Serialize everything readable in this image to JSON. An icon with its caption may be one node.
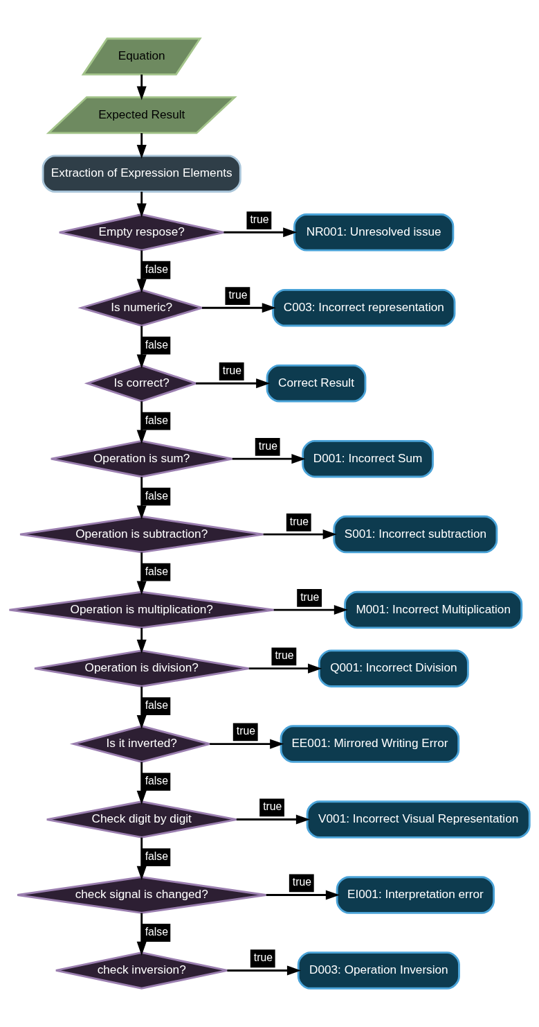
{
  "diagram": {
    "nodes": [
      {
        "text": [
          "Equation"
        ]
      },
      {
        "text": [
          "Expected Result"
        ]
      },
      {
        "text": [
          "Extraction of Expression Elements"
        ]
      },
      {
        "text": [
          "Empty respose?"
        ]
      },
      {
        "text": [
          "NR001: Unresolved issue"
        ]
      },
      {
        "text": [
          "Is numeric?"
        ]
      },
      {
        "text": [
          "C003: Incorrect representation"
        ]
      },
      {
        "text": [
          "Is correct?"
        ]
      },
      {
        "text": [
          "Correct Result"
        ]
      },
      {
        "text": [
          "Operation is sum?"
        ]
      },
      {
        "text": [
          "D001: Incorrect Sum"
        ]
      },
      {
        "text": [
          "Operation is subtraction?"
        ]
      },
      {
        "text": [
          "S001: Incorrect subtraction"
        ]
      },
      {
        "text": [
          "Operation is multiplication?"
        ]
      },
      {
        "text": [
          "M001: Incorrect Multiplication"
        ]
      },
      {
        "text": [
          "Operation is division?"
        ]
      },
      {
        "text": [
          "Q001: Incorrect Division"
        ]
      },
      {
        "text": [
          "Is it inverted?"
        ]
      },
      {
        "text": [
          "EE001: Mirrored Writing Error"
        ]
      },
      {
        "text": [
          "Check digit by digit"
        ]
      },
      {
        "text": [
          "V001: Incorrect Visual Representation"
        ]
      },
      {
        "text": [
          "check signal is changed?"
        ]
      },
      {
        "text": [
          "EI001: Interpretation error"
        ]
      },
      {
        "text": [
          "check inversion?"
        ]
      },
      {
        "text": [
          "D003: Operation Inversion"
        ]
      }
    ],
    "edges": [
      {
        "from": 0,
        "to": 1,
        "arrow": "to"
      },
      {
        "from": 1,
        "to": 2,
        "arrow": "to"
      },
      {
        "from": 2,
        "to": 3,
        "arrow": "to"
      },
      {
        "from": 3,
        "to": 4,
        "arrow": "to",
        "label": "true"
      },
      {
        "from": 3,
        "to": 5,
        "arrow": "to",
        "label": "false"
      },
      {
        "from": 5,
        "to": 6,
        "arrow": "to",
        "label": "true"
      },
      {
        "from": 5,
        "to": 7,
        "arrow": "to",
        "label": "false"
      },
      {
        "from": 7,
        "to": 8,
        "arrow": "to",
        "label": "true"
      },
      {
        "from": 7,
        "to": 9,
        "arrow": "to",
        "label": "false"
      },
      {
        "from": 9,
        "to": 10,
        "arrow": "to",
        "label": "true"
      },
      {
        "from": 9,
        "to": 11,
        "arrow": "to",
        "label": "false"
      },
      {
        "from": 11,
        "to": 12,
        "arrow": "to",
        "label": "true"
      },
      {
        "from": 11,
        "to": 13,
        "arrow": "to",
        "label": "false"
      },
      {
        "from": 13,
        "to": 14,
        "arrow": "to",
        "label": "true"
      },
      {
        "from": 13,
        "to": 15,
        "arrow": "to"
      },
      {
        "from": 15,
        "to": 16,
        "arrow": "to",
        "label": "true"
      },
      {
        "from": 15,
        "to": 17,
        "arrow": "to",
        "label": "false"
      },
      {
        "from": 17,
        "to": 18,
        "arrow": "to",
        "label": "true"
      },
      {
        "from": 17,
        "to": 19,
        "arrow": "to",
        "label": "false"
      },
      {
        "from": 19,
        "to": 20,
        "arrow": "to",
        "label": "true"
      },
      {
        "from": 19,
        "to": 21,
        "arrow": "to",
        "label": "false"
      },
      {
        "from": 21,
        "to": 22,
        "arrow": "to",
        "label": "true"
      },
      {
        "from": 21,
        "to": 23,
        "arrow": "to",
        "label": "false"
      },
      {
        "from": 23,
        "to": 24,
        "arrow": "to",
        "label": "true"
      }
    ]
  }
}
